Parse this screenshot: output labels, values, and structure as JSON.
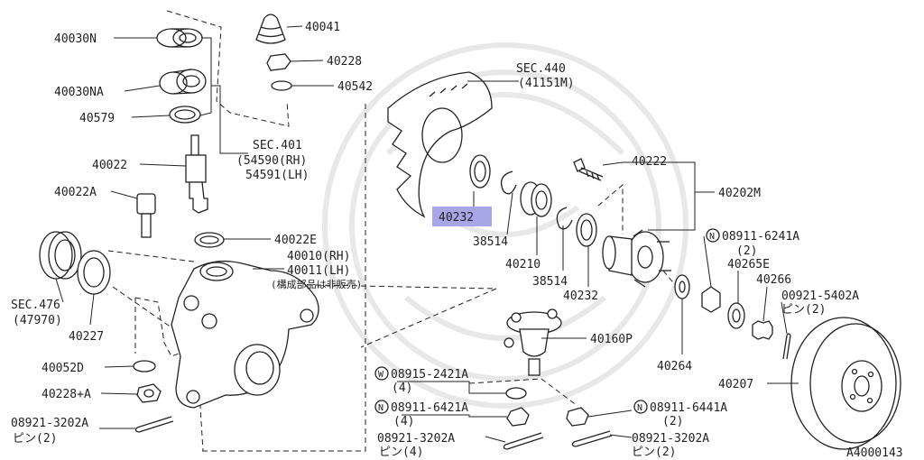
{
  "diagram_code": "A4000143",
  "highlighted_part": "40232",
  "labels": {
    "p40030N": "40030N",
    "p40030NA": "40030NA",
    "p40579": "40579",
    "p40022": "40022",
    "p40022A": "40022A",
    "sec476_a": "SEC.476",
    "sec476_b": "(47970)",
    "p40227": "40227",
    "p40052D": "40052D",
    "p40228A": "40228+A",
    "p08921_3202A_left": "08921-3202A",
    "pin2_left": "ピン(2)",
    "p40041": "40041",
    "p40228": "40228",
    "p40542": "40542",
    "sec401_a": "SEC.401",
    "sec401_b": "(54590(RH)",
    "sec401_c": "54591(LH)",
    "p40022E": "40022E",
    "p40010": "40010(RH)",
    "p40011": "40011(LH)",
    "not_sold": "(構成部品は非販売)",
    "sec440_a": "SEC.440",
    "sec440_b": "(41151M)",
    "p40232_hl": "40232",
    "p38514_a": "38514",
    "p40210": "40210",
    "p38514_b": "38514",
    "p40232_b": "40232",
    "p40222": "40222",
    "p40202M": "40202M",
    "p08911_6241A": "08911-6241A",
    "qty2_a": "(2)",
    "p40265E": "40265E",
    "p40266": "40266",
    "p00921_5402A": "00921-5402A",
    "pin2_a": "ピン(2)",
    "p40160P": "40160P",
    "p08915_2421A": "08915-2421A",
    "qty4_a": "(4)",
    "p08911_6421A": "08911-6421A",
    "qty4_b": "(4)",
    "p08921_3202A_mid": "08921-3202A",
    "pin4": "ピン(4)",
    "p40264": "40264",
    "p40207": "40207",
    "p08911_6441A": "08911-6441A",
    "qty2_b": "(2)",
    "p08921_3202A_right": "08921-3202A",
    "pin2_b": "ピン(2)",
    "mark_W": "W",
    "mark_N1": "N",
    "mark_N2": "N",
    "mark_N3": "N"
  },
  "colors": {
    "highlight": "#a7a7e8",
    "ink": "#222222",
    "watermark": "#e8e8e8"
  }
}
